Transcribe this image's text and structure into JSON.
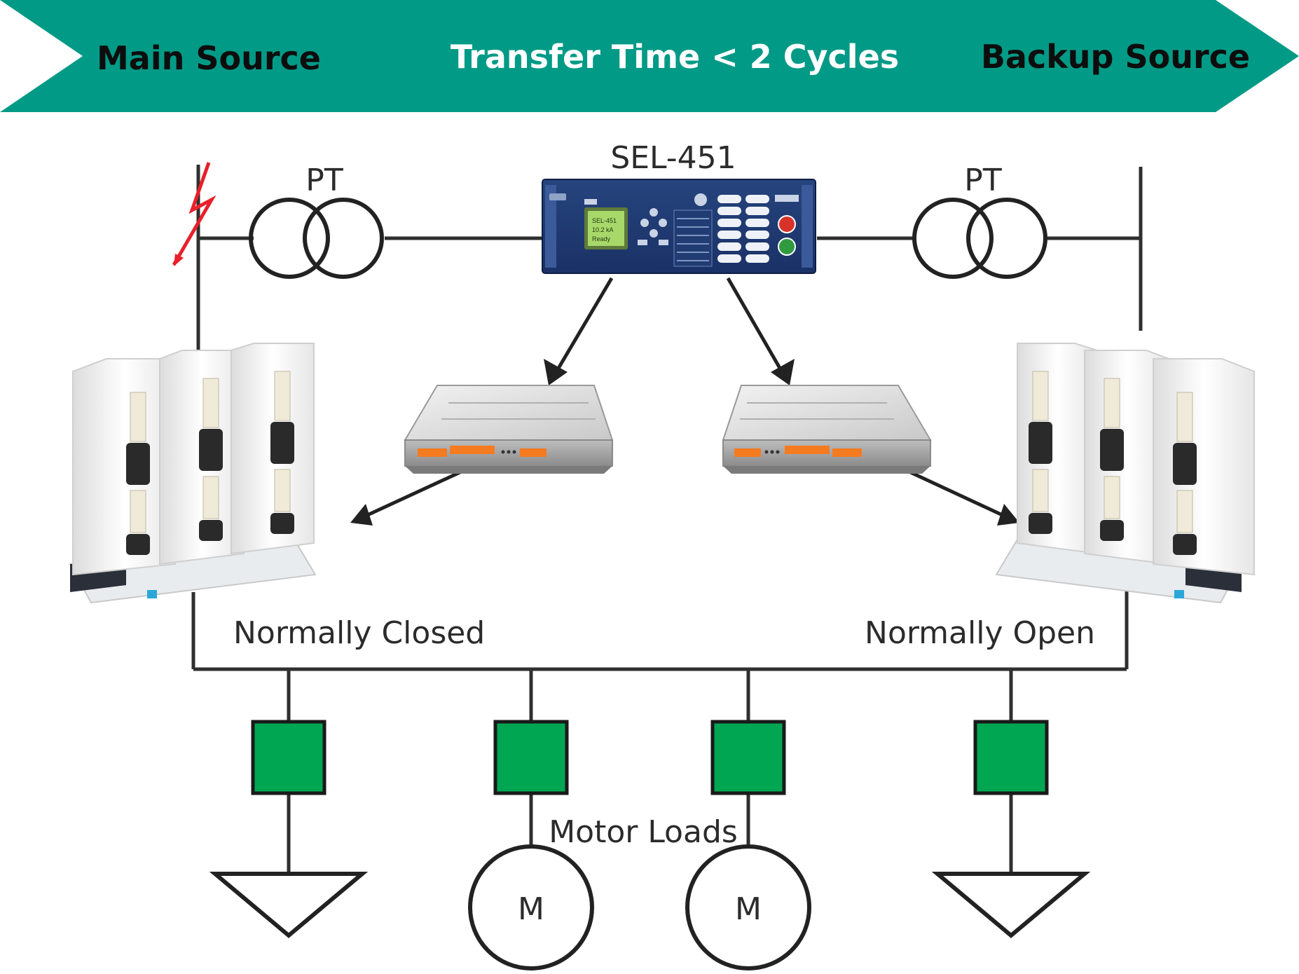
{
  "banner": {
    "left_label": "Main Source",
    "center_label": "Transfer Time < 2 Cycles",
    "right_label": "Backup Source",
    "color": "#019a86"
  },
  "relay": {
    "label": "SEL-451",
    "screen_text": [
      "SEL-451",
      "10.2 kA",
      "Ready"
    ]
  },
  "transformers": {
    "left_label": "PT",
    "right_label": "PT"
  },
  "breakers": {
    "left_state": "Normally Closed",
    "right_state": "Normally Open"
  },
  "loads": {
    "label": "Motor Loads",
    "motor_symbol": "M",
    "breaker_color": "#00a651"
  },
  "fault": {
    "icon": "lightning-fault-icon",
    "color": "#e8202a"
  }
}
